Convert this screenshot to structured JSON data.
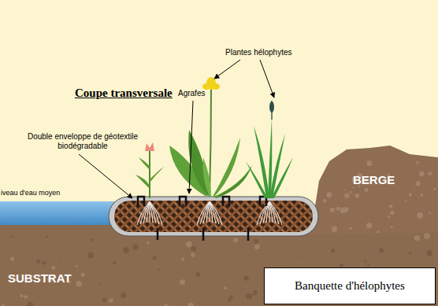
{
  "diagram": {
    "title": "Coupe transversale",
    "nodes": [
      {
        "text": [
          "Banquette d'hélophytes"
        ]
      }
    ],
    "labels": [
      "Plantes hélophytes",
      "Agrafes",
      "Double enveloppe de géotextile biodégradable",
      "iveau d'eau moyen",
      "BERGE",
      "SUBSTRAT"
    ]
  }
}
